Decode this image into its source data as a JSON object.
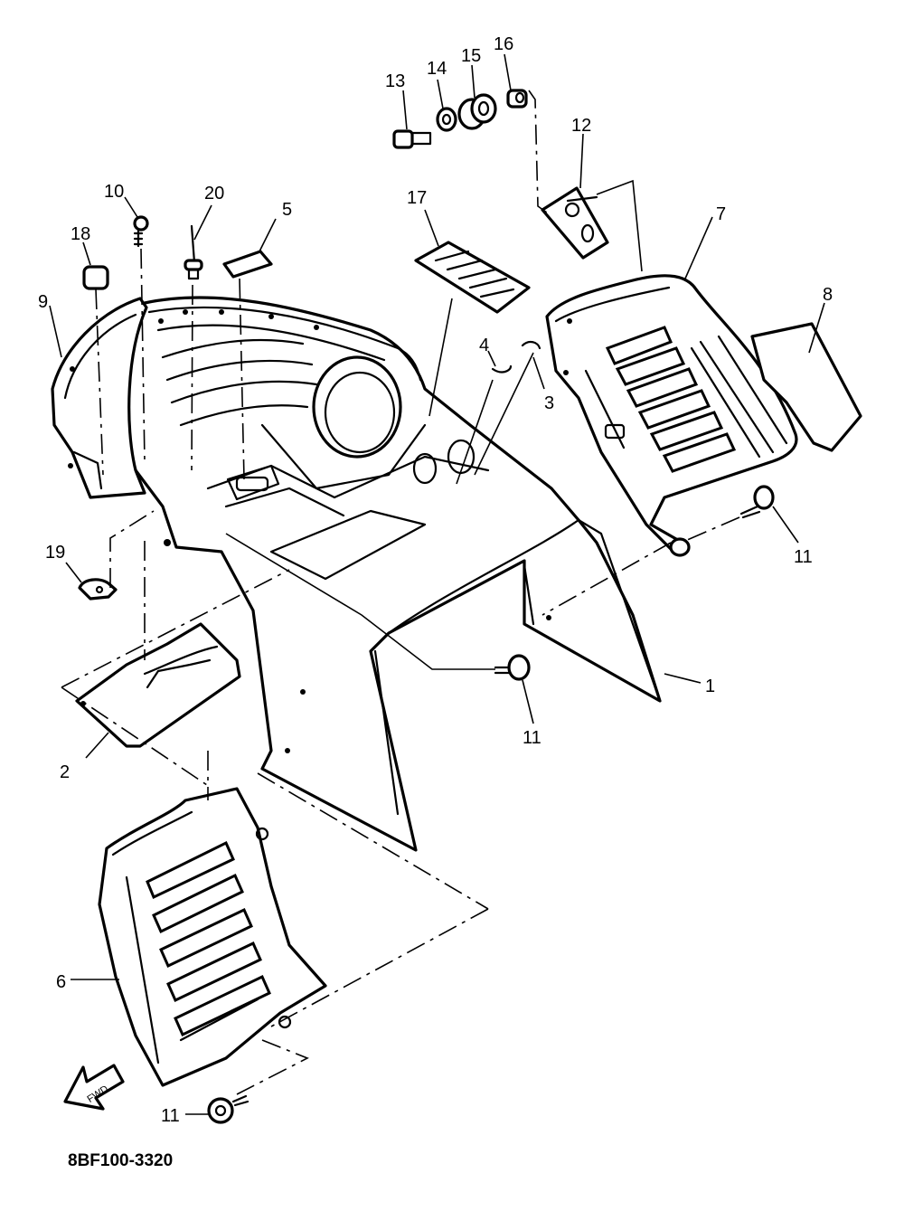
{
  "diagram": {
    "drawing_code": "8BF100-3320",
    "fwd_label": "FWD",
    "callouts": [
      {
        "id": "c1",
        "text": "1"
      },
      {
        "id": "c2",
        "text": "2"
      },
      {
        "id": "c3",
        "text": "3"
      },
      {
        "id": "c4",
        "text": "4"
      },
      {
        "id": "c5",
        "text": "5"
      },
      {
        "id": "c6",
        "text": "6"
      },
      {
        "id": "c7",
        "text": "7"
      },
      {
        "id": "c8",
        "text": "8"
      },
      {
        "id": "c9",
        "text": "9"
      },
      {
        "id": "c10",
        "text": "10"
      },
      {
        "id": "c11a",
        "text": "11"
      },
      {
        "id": "c11b",
        "text": "11"
      },
      {
        "id": "c11c",
        "text": "11"
      },
      {
        "id": "c12",
        "text": "12"
      },
      {
        "id": "c13",
        "text": "13"
      },
      {
        "id": "c14",
        "text": "14"
      },
      {
        "id": "c15",
        "text": "15"
      },
      {
        "id": "c16",
        "text": "16"
      },
      {
        "id": "c17",
        "text": "17"
      },
      {
        "id": "c18",
        "text": "18"
      },
      {
        "id": "c19",
        "text": "19"
      },
      {
        "id": "c20",
        "text": "20"
      }
    ]
  }
}
